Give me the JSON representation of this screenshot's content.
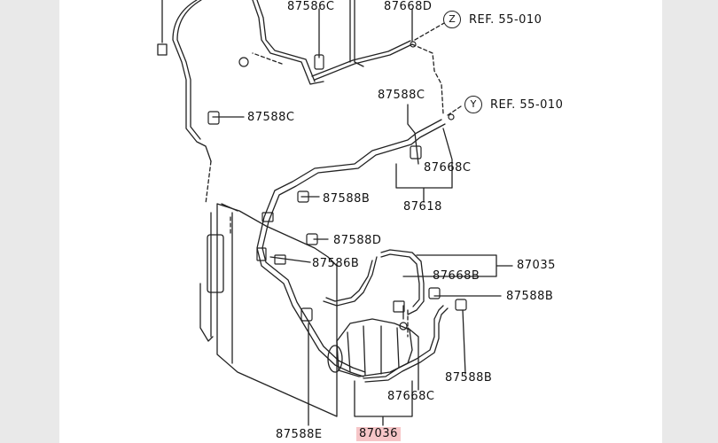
{
  "labels": {
    "p87586C": "87586C",
    "p87668D": "87668D",
    "refZ": "REF. 55-010",
    "refY": "REF. 55-010",
    "p87588C_top": "87588C",
    "p87588C_left": "87588C",
    "p87668C_top": "87668C",
    "p87588B_mid": "87588B",
    "p87618": "87618",
    "p87588D": "87588D",
    "p87586B": "87586B",
    "p87035": "87035",
    "p87668B": "87668B",
    "p87588B_right": "87588B",
    "p87588B_low": "87588B",
    "p87668C_low": "87668C",
    "p87588E": "87588E",
    "p87036": "87036"
  },
  "refs": {
    "z": "Z",
    "y": "Y"
  },
  "colors": {
    "highlight": "#f6c6c8",
    "line": "#222222",
    "margin": "#e9e9e9"
  }
}
